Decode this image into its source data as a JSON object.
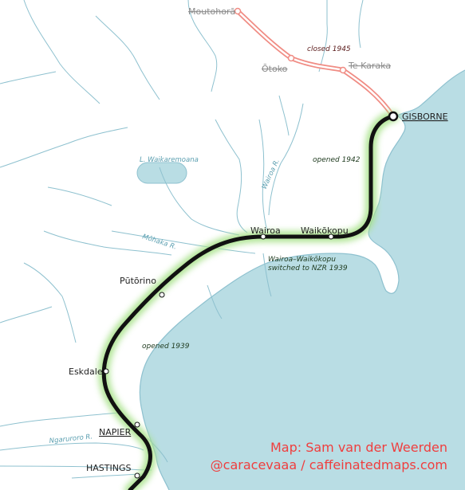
{
  "colors": {
    "sea": "#b9dde4",
    "river": "#8ec1cf",
    "lake": "#b9dde4",
    "line_active": "#111111",
    "line_glow": "#a8e28a",
    "line_closed": "#f08c84",
    "credit_text": "#ef3e3e"
  },
  "stations": {
    "moutohora": "Moutohorā",
    "otoko": "Ōtoko",
    "te_karaka": "Te Karaka",
    "gisborne": "GISBORNE",
    "wairoa": "Wairoa",
    "waikokopu": "Waikōkopu",
    "putorino": "Pūtōrino",
    "eskdale": "Eskdale",
    "napier": "NAPIER",
    "hastings": "HASTINGS"
  },
  "annotations": {
    "closed_1945": "closed 1945",
    "opened_1942": "opened 1942",
    "wairoa_switch_line1": "Wairoa–Waikōkopu",
    "wairoa_switch_line2": "switched to NZR 1939",
    "opened_1939": "opened 1939"
  },
  "water_labels": {
    "lake": "L. Waikaremoana",
    "wairoa_river": "Wairoa R.",
    "mohaka_river": "Mōhaka R.",
    "ngaruroro_river": "Ngaruroro R."
  },
  "credit": {
    "line1": "Map: Sam van der Weerden",
    "line2": "@caracevaaa / caffeinatedmaps.com"
  }
}
